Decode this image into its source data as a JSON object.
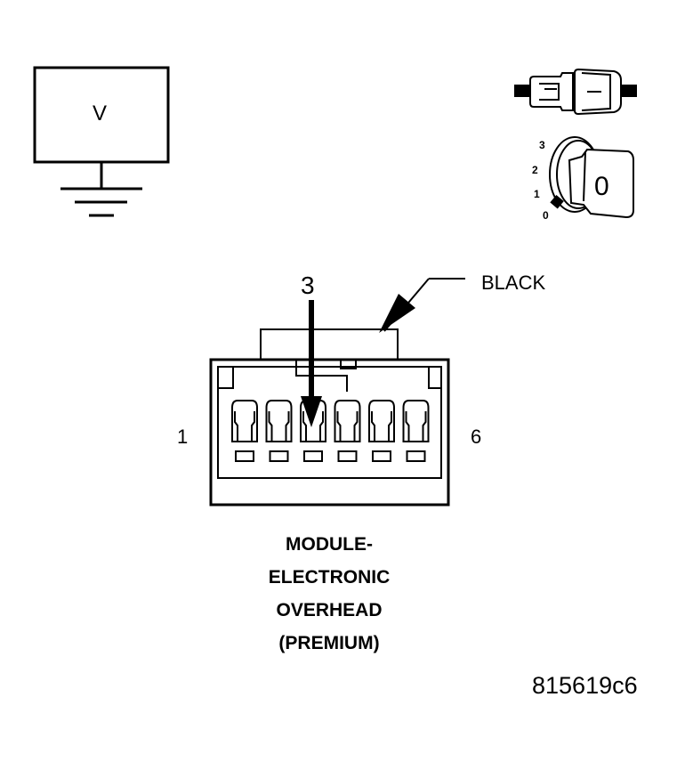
{
  "meter": {
    "symbol": "V"
  },
  "connector": {
    "probe_pin": "3",
    "color_label": "BLACK",
    "pin_first": "1",
    "pin_last": "6",
    "cavity_count": 6
  },
  "title_lines": [
    "MODULE-",
    "ELECTRONIC",
    "OVERHEAD",
    "(PREMIUM)"
  ],
  "figure_id": "815619c6",
  "ignition_key": {
    "positions": [
      "3",
      "2",
      "1",
      "0"
    ],
    "current": "0"
  },
  "icons": [
    "voltmeter-icon",
    "ground-symbol-icon",
    "disconnected-connector-icon",
    "ignition-key-icon",
    "probe-arrow-icon"
  ]
}
